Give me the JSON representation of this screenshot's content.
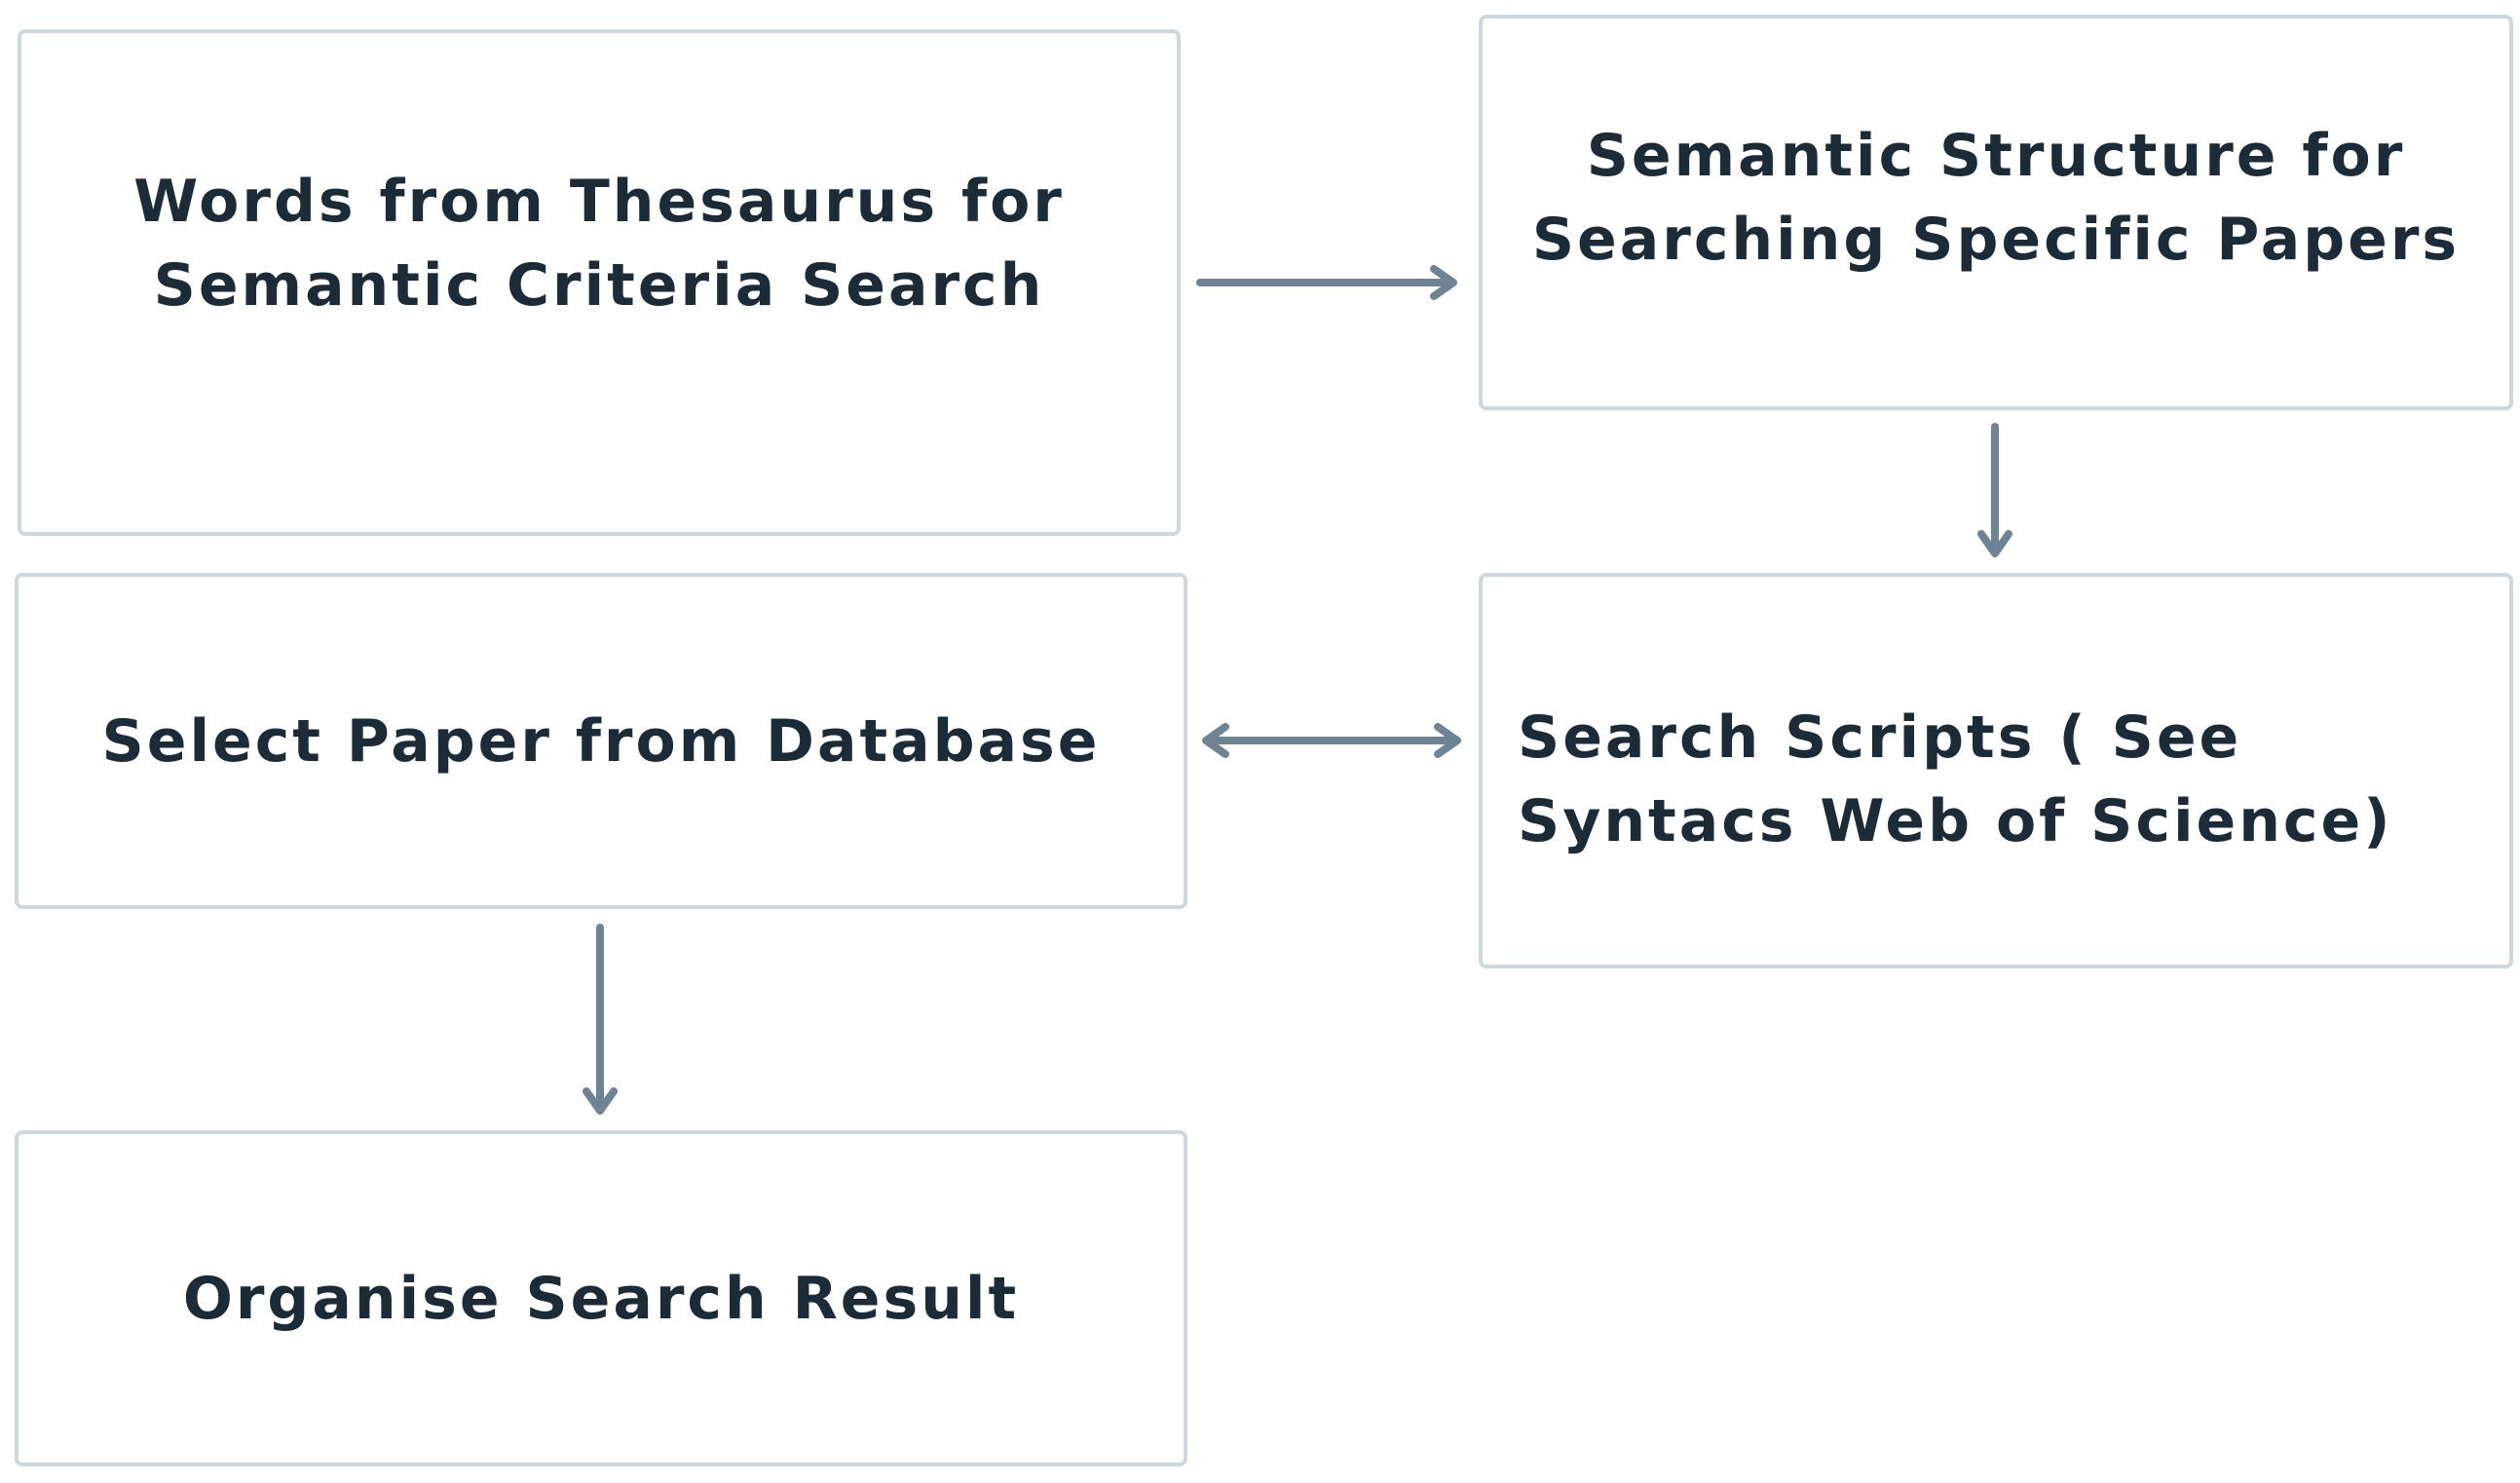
{
  "nodes": {
    "thesaurus": "Words from Thesaurus for Semantic Criteria Search",
    "structure": "Semantic Structure for Searching Specific Papers",
    "select": "Select Paper from Database",
    "scripts": "Search Scripts ( See Syntacs Web of Science)",
    "organise": "Organise Search Result"
  },
  "colors": {
    "box_border": "#cdd7e0",
    "text": "#1c2b38",
    "arrow": "#6e8494"
  }
}
